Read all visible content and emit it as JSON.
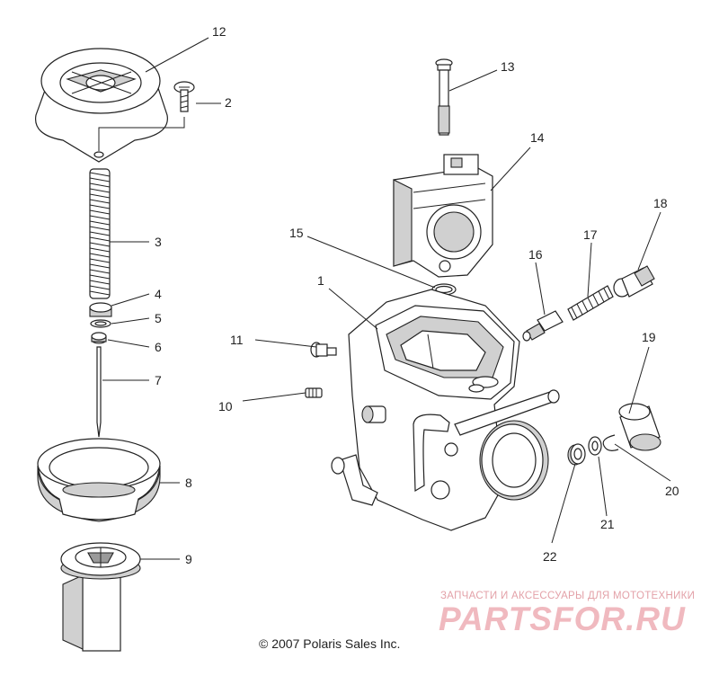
{
  "callouts": {
    "c1": "1",
    "c2": "2",
    "c3": "3",
    "c4": "4",
    "c5": "5",
    "c6": "6",
    "c7": "7",
    "c8": "8",
    "c9": "9",
    "c10": "10",
    "c11": "11",
    "c12": "12",
    "c13": "13",
    "c14": "14",
    "c15": "15",
    "c16": "16",
    "c17": "17",
    "c18": "18",
    "c19": "19",
    "c20": "20",
    "c21": "21",
    "c22": "22"
  },
  "footer": {
    "copyright": "© 2007 Polaris Sales Inc.",
    "watermark_tagline": "ЗАПЧАСТИ И АКСЕССУАРЫ ДЛЯ МОТОТЕХНИКИ",
    "watermark_logo": "PARTSFOR.RU"
  },
  "colors": {
    "line": "#222222",
    "watermark": "#f0b9bf"
  }
}
